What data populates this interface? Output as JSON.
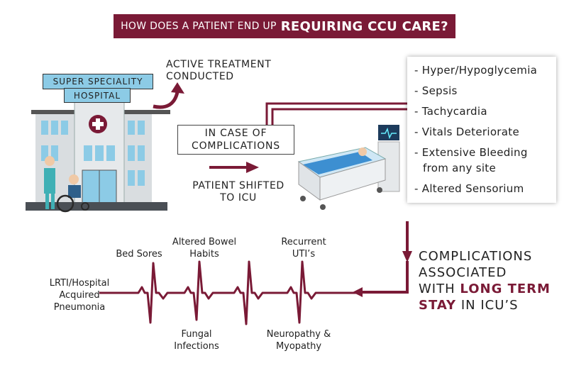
{
  "title": {
    "part1": "HOW DOES A PATIENT END UP",
    "part2": "REQUIRING CCU CARE?"
  },
  "hospital": {
    "sign_line1": "SUPER SPECIALITY",
    "sign_line2": "HOSPITAL"
  },
  "active_treatment": {
    "line1": "ACTIVE TREATMENT",
    "line2": "CONDUCTED"
  },
  "complications_box": {
    "line1": "IN CASE OF",
    "line2": "COMPLICATIONS"
  },
  "patient_shifted": {
    "line1": "PATIENT SHIFTED",
    "line2": "TO ICU"
  },
  "conditions": [
    "- Hyper/Hypoglycemia",
    "- Sepsis",
    "- Tachycardia",
    "- Vitals Deteriorate",
    "- Extensive Bleeding",
    "from any site",
    "- Altered Sensorium"
  ],
  "long_term": {
    "line1": "COMPLICATIONS",
    "line2": "ASSOCIATED",
    "line3_a": "WITH",
    "line3_b": "LONG TERM",
    "line4_a": "STAY",
    "line4_b": "IN ICU’S"
  },
  "ecg_labels": {
    "lrti": [
      "LRTI/Hospital",
      "Acquired",
      "Pneumonia"
    ],
    "bed_sores": "Bed Sores",
    "bowel": [
      "Altered Bowel",
      "Habits"
    ],
    "uti": [
      "Recurrent",
      "UTI’s"
    ],
    "fungal": [
      "Fungal",
      "Infections"
    ],
    "neuro": [
      "Neuropathy &",
      "Myopathy"
    ]
  },
  "colors": {
    "accent": "#7a1a36",
    "hospital_blue": "#8ccbe6",
    "building_gray": "#d9dde0"
  }
}
